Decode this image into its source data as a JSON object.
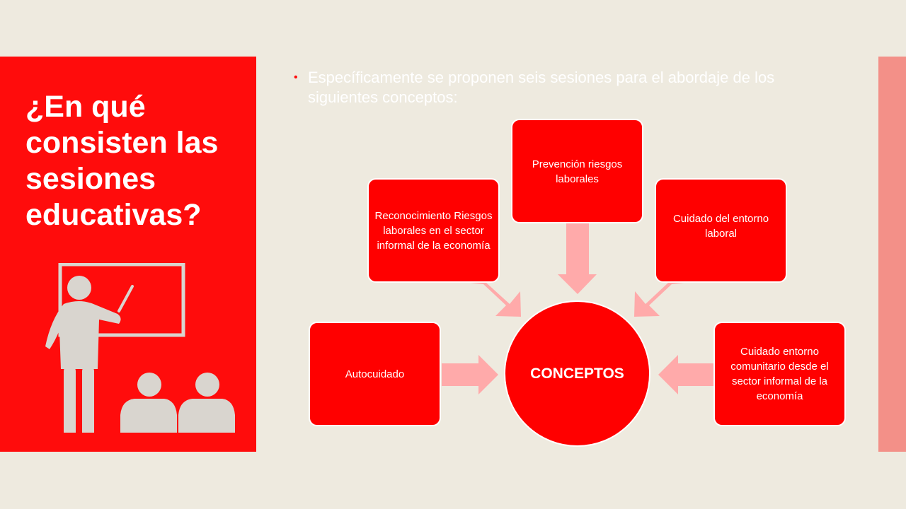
{
  "slide": {
    "title": "¿En qué consisten las sesiones educativas?",
    "bullet": "Específicamente se proponen seis sesiones para el abordaje de los siguientes conceptos:"
  },
  "diagram": {
    "hub": "CONCEPTOS",
    "nodes": [
      {
        "id": "reconocimiento",
        "label": "Reconocimiento Riesgos laborales en el sector informal de la economía"
      },
      {
        "id": "prevencion",
        "label": "Prevención riesgos laborales"
      },
      {
        "id": "cuidado-entorno-laboral",
        "label": "Cuidado del entorno laboral"
      },
      {
        "id": "autocuidado",
        "label": "Autocuidado"
      },
      {
        "id": "cuidado-entorno-comunitario",
        "label": "Cuidado entorno comunitario desde el sector informal de la economía"
      }
    ]
  },
  "colors": {
    "background": "#EEEADF",
    "panel": "#FF0C0C",
    "node": "#FF0000",
    "arrow": "#FFAAAA",
    "strip": "#F39088",
    "icon": "#D9D5CF"
  },
  "icons": {
    "illustration": "teacher-with-students-icon"
  }
}
